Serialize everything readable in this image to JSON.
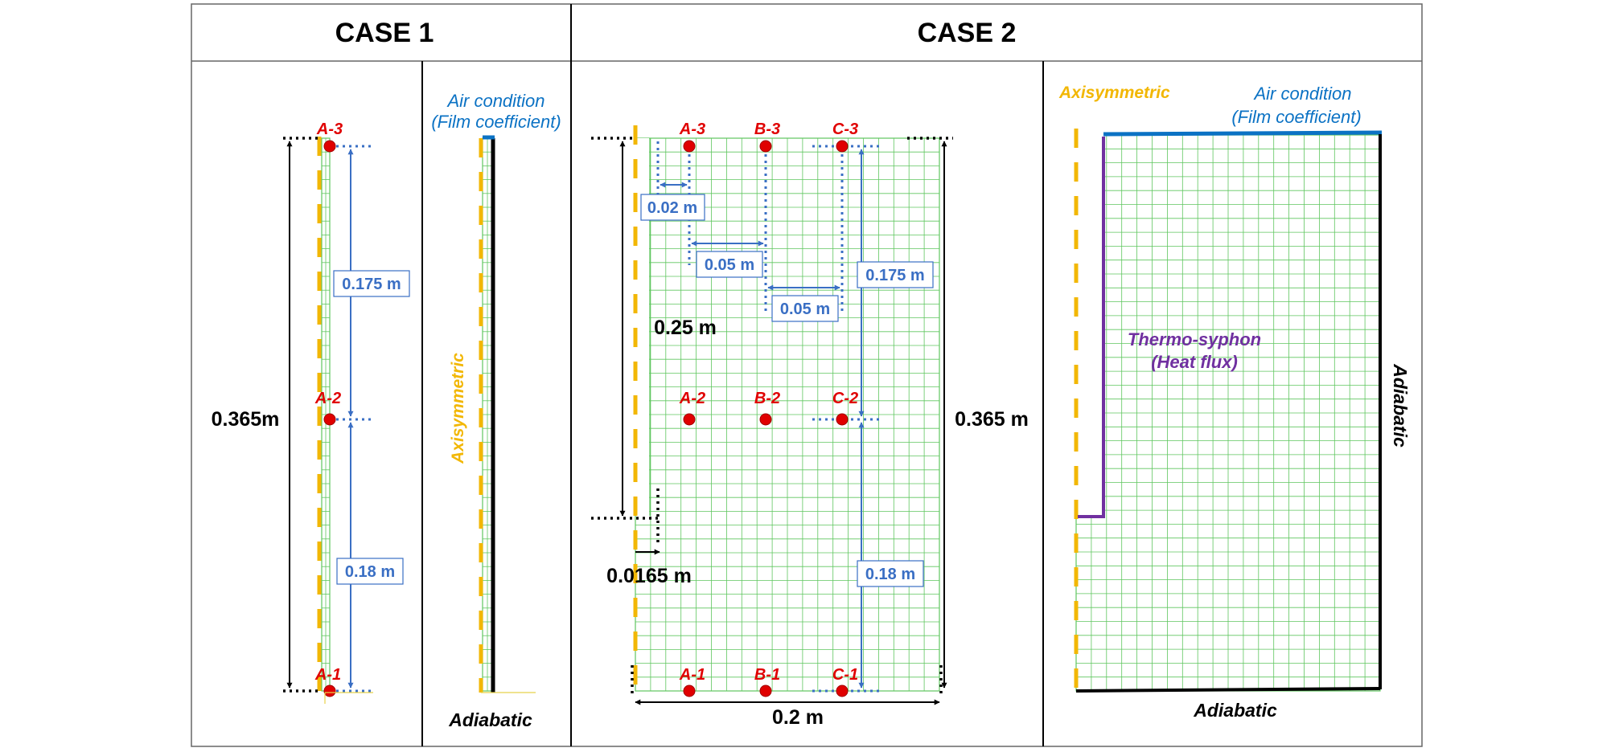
{
  "headers": {
    "case1": "CASE 1",
    "case2": "CASE 2"
  },
  "points": {
    "case1": [
      "A-3",
      "A-2",
      "A-1"
    ],
    "case2": [
      "A-3",
      "B-3",
      "C-3",
      "A-2",
      "B-2",
      "C-2",
      "A-1",
      "B-1",
      "C-1"
    ]
  },
  "case1": {
    "height_label": "0.365m",
    "upper_span": "0.175 m",
    "lower_span": "0.18 m",
    "axisymmetric": "Axisymmetric",
    "air_line1": "Air condition",
    "air_line2": "(Film coefficient)",
    "adiabatic": "Adiabatic"
  },
  "case2": {
    "spacing_first": "0.02 m",
    "spacing_second": "0.05 m",
    "spacing_third": "0.05 m",
    "upper_span": "0.175 m",
    "lower_span": "0.18 m",
    "syphon_length": "0.25 m",
    "height_label": "0.365 m",
    "radius_offset": "0.0165 m",
    "width_label": "0.2 m",
    "axisymmetric": "Axisymmetric",
    "air_line1": "Air condition",
    "air_line2": "(Film coefficient)",
    "syphon_line1": "Thermo-syphon",
    "syphon_line2": "(Heat flux)",
    "adiabatic_right": "Adiabatic",
    "adiabatic_bottom": "Adiabatic"
  },
  "colors": {
    "mesh": "#5fc65f",
    "point": "#e00000",
    "dimension": "#3a6fc4",
    "axis": "#f2b705",
    "air": "#0b72c4",
    "syphon": "#7030a0"
  }
}
